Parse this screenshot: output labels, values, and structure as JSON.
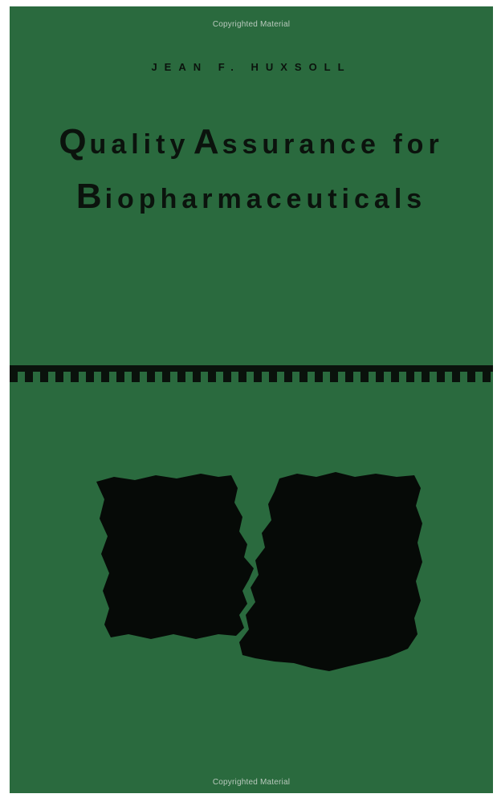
{
  "watermark": {
    "top_text": "Copyrighted Material",
    "bottom_text": "Copyrighted Material"
  },
  "cover": {
    "author": "JEAN F. HUXSOLL",
    "title_line1": {
      "word1_initial": "Q",
      "word1_rest": "uality",
      "word2_initial": "A",
      "word2_rest": "ssurance for"
    },
    "title_line2": {
      "word1_initial": "B",
      "word1_rest": "iopharmaceuticals"
    },
    "colors": {
      "cover_green": "#2a6a3e",
      "ink": "#0b130d"
    },
    "illustration": "torn-paper-pieces"
  }
}
